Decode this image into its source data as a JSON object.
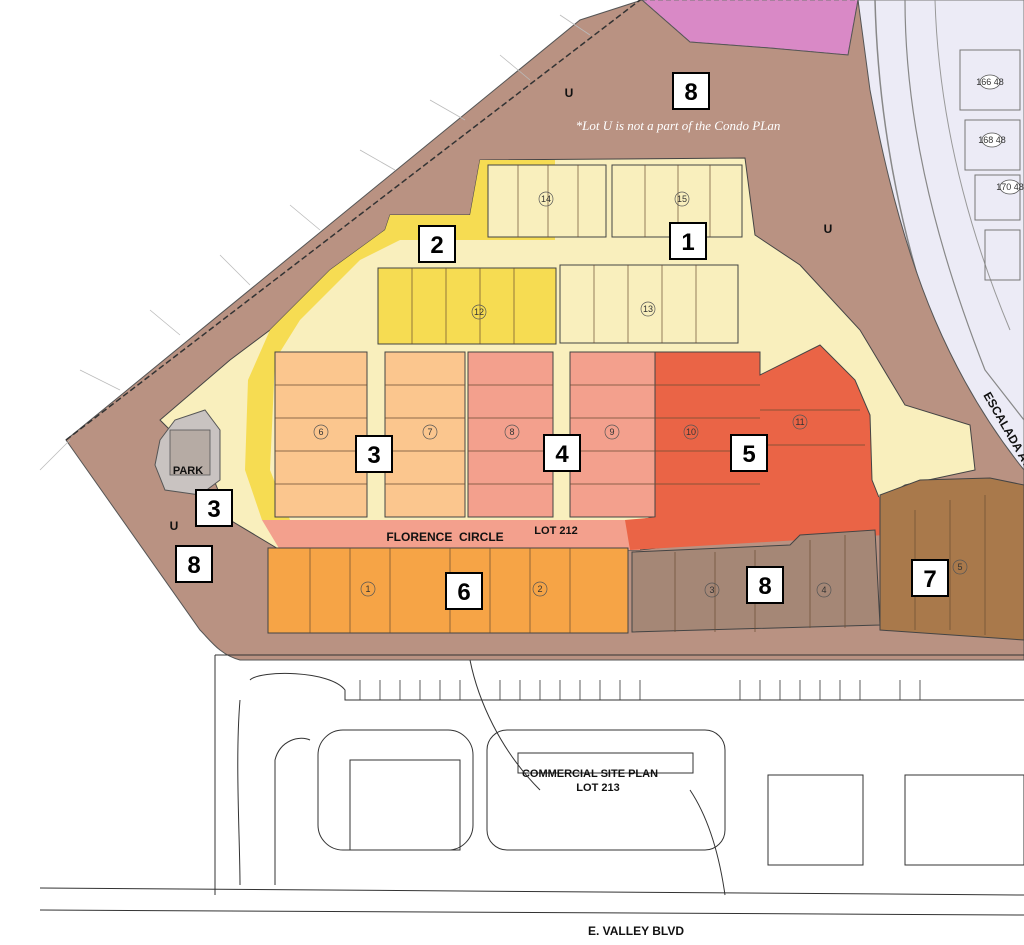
{
  "map": {
    "phase_labels": [
      "8",
      "2",
      "1",
      "3",
      "4",
      "5",
      "3",
      "8",
      "6",
      "8",
      "7"
    ],
    "lot_u_label": "U",
    "note": "*Lot U is not a part of the Condo PLan",
    "park_label": "PARK",
    "street_label": "FLORENCE  CIRCLE",
    "lot_label": "LOT 212",
    "commercial_title": "COMMERCIAL SITE PLAN",
    "commercial_lot": "LOT 213",
    "road_bottom": "E. VALLEY BLVD",
    "road_right": "ESCALADA AVE",
    "building_numbers": [
      "14",
      "15",
      "12",
      "13",
      "6",
      "7",
      "8",
      "9",
      "10",
      "11",
      "1",
      "2",
      "3",
      "4",
      "5"
    ],
    "parcel_tags": [
      "166 48",
      "168 48",
      "170 48"
    ]
  },
  "colors": {
    "lot_u": "#b99282",
    "pink_lot": "#d989c6",
    "yellow": "#f6dc52",
    "pale_yellow": "#f9efbd",
    "light_orange": "#fbc68e",
    "salmon": "#f3a08d",
    "red_orange": "#ea6446",
    "orange": "#f6a446",
    "brown": "#a58776",
    "dark_tan": "#a9794b",
    "road_lavender": "#ecebf6"
  }
}
